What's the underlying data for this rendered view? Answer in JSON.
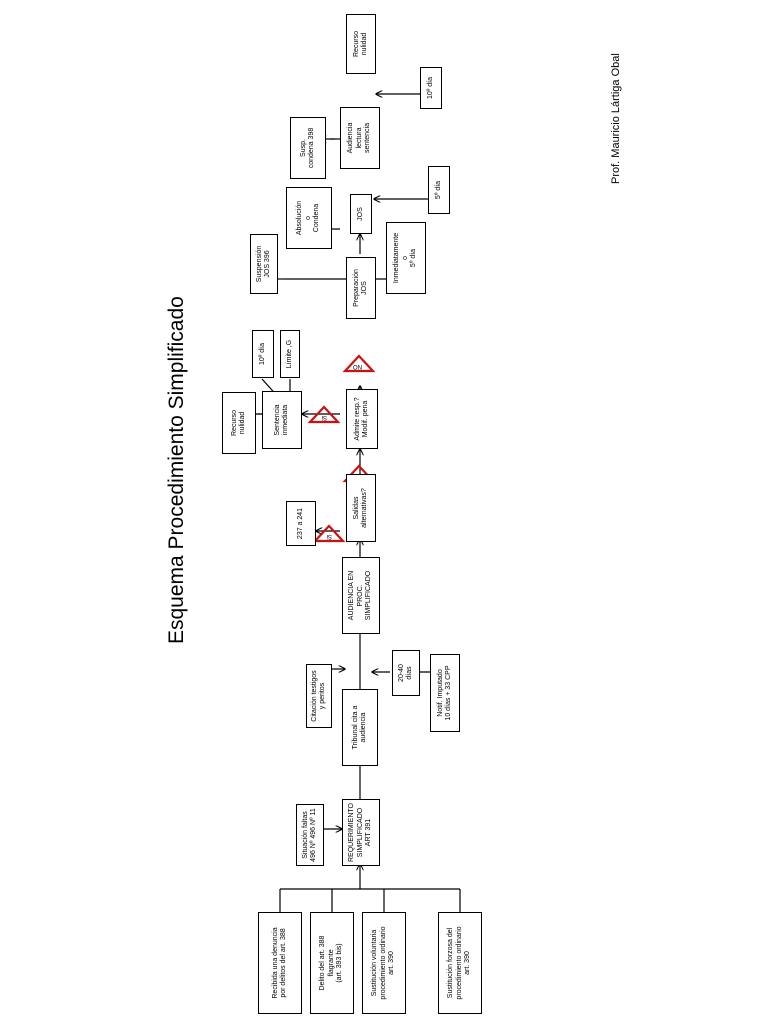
{
  "title": "Esquema Procedimiento Simplificado",
  "author": "Prof. Mauricio Lártiga Obal",
  "boxes": {
    "denuncia": "Recibida una denuncia\npor delitos del art. 388",
    "flagrante": "Delito del art. 388\nflagrante\n(art. 393 bis)",
    "sust_voluntaria": "Sustitución voluntaria\nprocedimiento ordinario\nart. 390",
    "sust_forzosa": "Sustitución forzosa del\nprocedimiento ordinario\nart. 390",
    "situacion_faltas": "Situación faltas\n496 Nº 496 Nº 11",
    "requerimiento": "REQUERIMIENTO\nSIMPLIFICADO\nART 391",
    "tribunal": "Tribunal cita a\naudiencia",
    "citacion": "Citación testigos\ny peritos",
    "dias_20_40": "20-40\ndías",
    "notif": "Notif. Imputado\n10 días + 33 CPP",
    "audiencia": "AUDIENCIA EN\nPROC.\nSIMPLIFICADO",
    "salidas": "Salidas\nalternativas?",
    "art_237": "237 a 241",
    "admite": "Admite resp.?\nModif. pena",
    "sentencia_inmediata": "Sentencia\ninmediata",
    "recurso_nulidad_1": "Recurso\nnulidad",
    "dia_10_a": "10º día",
    "limite": "Límite ,G",
    "preparacion": "Preparación\nJOS",
    "suspension": "Suspensión\nJOS 396",
    "jos": "JOS",
    "absolucion": "Absolución\no\nCondena",
    "inmediatamente": "Inmediatamente\no\n5º día",
    "dia_5": "5º día",
    "audiencia_lectura": "Audiencia\nlectura\nsentencia",
    "susp_condena": "Susp.\ncondena 398",
    "dia_10_b": "10º día",
    "recurso_nulidad_2": "Recurso\nnulidad"
  },
  "decisions": {
    "si_1": "Si",
    "no_1": "NO",
    "si_2": "Si",
    "no_2": "NO"
  },
  "colors": {
    "warning": "#cc1111",
    "line": "#000000"
  }
}
